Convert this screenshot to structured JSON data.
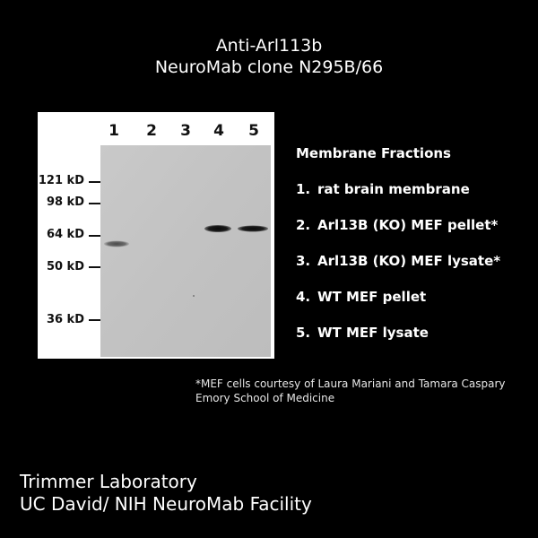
{
  "title": {
    "line1": "Anti-Arl113b",
    "line2": "NeuroMab clone N295B/66"
  },
  "blot": {
    "lanes": [
      "1",
      "2",
      "3",
      "4",
      "5"
    ],
    "markers": [
      "121 kD",
      "98 kD",
      "64 kD",
      "50 kD",
      "36 kD"
    ]
  },
  "legend": {
    "title": "Membrane Fractions",
    "items": [
      {
        "num": "1.",
        "label": "rat brain membrane"
      },
      {
        "num": "2.",
        "label": "Arl13B (KO) MEF pellet*"
      },
      {
        "num": "3.",
        "label": "Arl13B (KO) MEF lysate*"
      },
      {
        "num": "4.",
        "label": "WT MEF pellet"
      },
      {
        "num": "5.",
        "label": "WT MEF lysate"
      }
    ]
  },
  "footnote": {
    "line1": "*MEF cells courtesy of Laura Mariani and Tamara Caspary",
    "line2": "Emory School of Medicine"
  },
  "credit": {
    "line1": "Trimmer Laboratory",
    "line2": "UC David/ NIH NeuroMab Facility"
  },
  "colors": {
    "background": "#000000",
    "membrane": "#c4c4c4",
    "band": "#111111"
  }
}
